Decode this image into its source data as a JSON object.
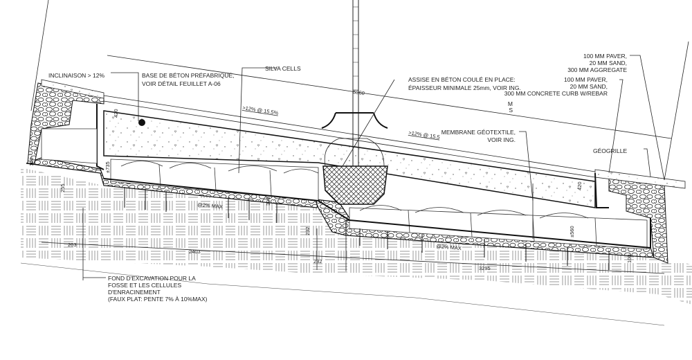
{
  "labels": {
    "inclinaison": "INCLINAISON > 12%",
    "base_beton_1": "BASE DE BÉTON PRÉFABRIQUÉ,",
    "base_beton_2": "VOIR DÉTAIL FEUILLET A-06",
    "silva_cells": "SILVA CELLS",
    "assise_1": "ASSISE EN BÉTON COULÉ EN PLACE:",
    "assise_2": "ÉPAISSEUR MINIMALE 25mm, VOIR ING.",
    "paver_aggr_1": "100 MM PAVER,",
    "paver_aggr_2": "20 MM SAND,",
    "paver_aggr_3": "300 MM  AGGREGATE",
    "paver_curb_1": "100 MM PAVER,",
    "paver_curb_2": "20 MM SAND,",
    "paver_curb_3": "300 MM CONCRETE CURB W/REBAR",
    "m": "M",
    "s": "S",
    "membrane_1": "MEMBRANE GÉOTEXTILE,",
    "membrane_2": "VOIR ING.",
    "geogrille": "GÉOGRILLE",
    "fond_1": "FOND D'EXCAVATION POUR LA",
    "fond_2": "FOSSE ET LES CELLULES",
    "fond_3": "D'ENRACINEMENT",
    "fond_4": "(FAUX PLAT: PENTE 7% À 10%MAX)"
  },
  "slopes": {
    "upper": ">12% @ 15.5%",
    "lower": ">12% @ 15.5",
    "base_left": "@2% MAX",
    "base_right": "@2% MAX"
  },
  "dimensions": {
    "d5360": "5360",
    "d420_left": "420",
    "d420_right": "420",
    "d735": "±735",
    "d100_left": "100",
    "d255": "255",
    "d203": "203",
    "d2403": "2403",
    "d300": "300",
    "d232v": "232",
    "d232h": "232",
    "d3295": "3295",
    "d560": "±560",
    "d100_right": "100"
  }
}
